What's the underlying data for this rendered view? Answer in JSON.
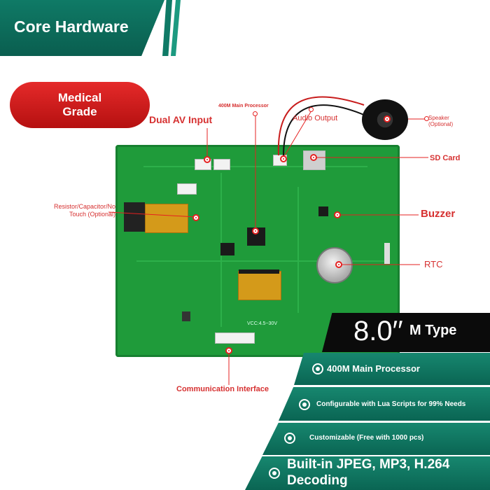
{
  "header": {
    "title": "Core Hardware"
  },
  "badge": {
    "line1": "Medical",
    "line2": "Grade"
  },
  "callouts": {
    "processor_top": "400M Main Processor",
    "audio_output": "Audio Output",
    "speaker_line1": "Speaker",
    "speaker_line2": "(Optional)",
    "dual_av": "Dual AV Input",
    "sd_card": "SD Card",
    "resistor_line1": "Resistor/Capacitor/No",
    "resistor_line2": "Touch (Optional)",
    "buzzer": "Buzzer",
    "rtc": "RTC",
    "communication": "Communication Interface"
  },
  "pcb_labels": {
    "voltage": "VCC:4.5~30V"
  },
  "model": {
    "size": "8.0′′",
    "type": "M Type"
  },
  "features": [
    {
      "text": "400M Main Processor",
      "icon": "target-icon"
    },
    {
      "text": "Configurable with Lua Scripts for 99% Needs",
      "icon": "target-icon"
    },
    {
      "text": "Customizable (Free with 1000 pcs)",
      "icon": "target-icon"
    },
    {
      "text_line1": "Built-in JPEG, MP3, H.264",
      "text_line2": "Decoding",
      "icon": "target-icon"
    }
  ],
  "colors": {
    "brand_green": "#0f7a66",
    "accent_red": "#e52020",
    "pcb_green": "#1f9b3a"
  }
}
